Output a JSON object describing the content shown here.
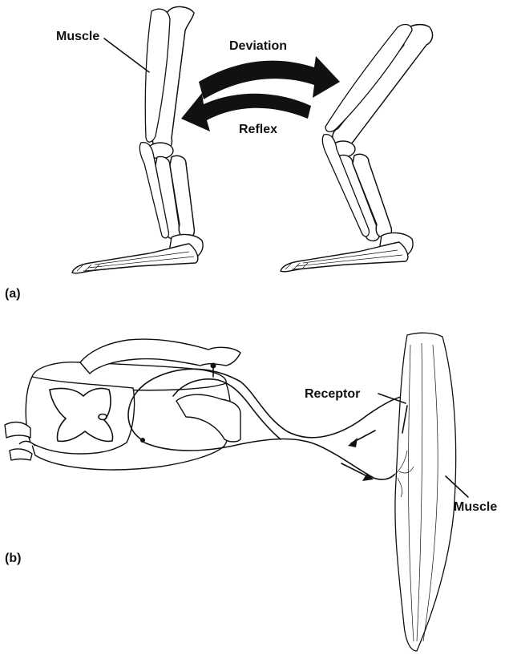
{
  "panel_a": {
    "label": "(a)",
    "muscle_label": "Muscle",
    "deviation_label": "Deviation",
    "reflex_label": "Reflex"
  },
  "panel_b": {
    "label": "(b)",
    "receptor_label": "Receptor",
    "muscle_label": "Muscle"
  }
}
